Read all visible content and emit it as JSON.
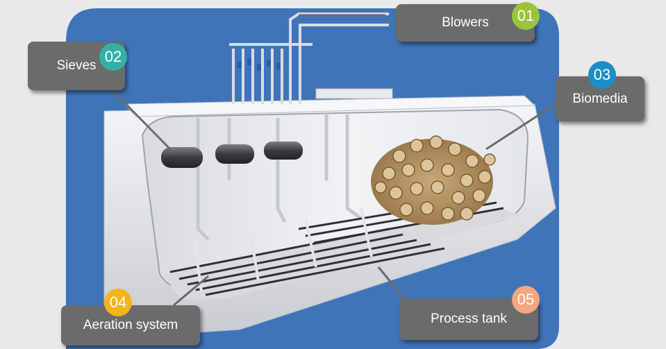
{
  "colors": {
    "background": "#e9e9ea",
    "blue_panel": "#3f74b9",
    "callout_fill": "#6b6b6b",
    "badge_01": "#9ac43a",
    "badge_02": "#33b0a8",
    "badge_03": "#1b8fc5",
    "badge_04": "#f4b41a",
    "badge_05": "#f2a77f"
  },
  "callouts": [
    {
      "number": "01",
      "label": "Blowers"
    },
    {
      "number": "02",
      "label": "Sieves"
    },
    {
      "number": "03",
      "label": "Biomedia"
    },
    {
      "number": "04",
      "label": "Aeration system"
    },
    {
      "number": "05",
      "label": "Process tank"
    }
  ]
}
